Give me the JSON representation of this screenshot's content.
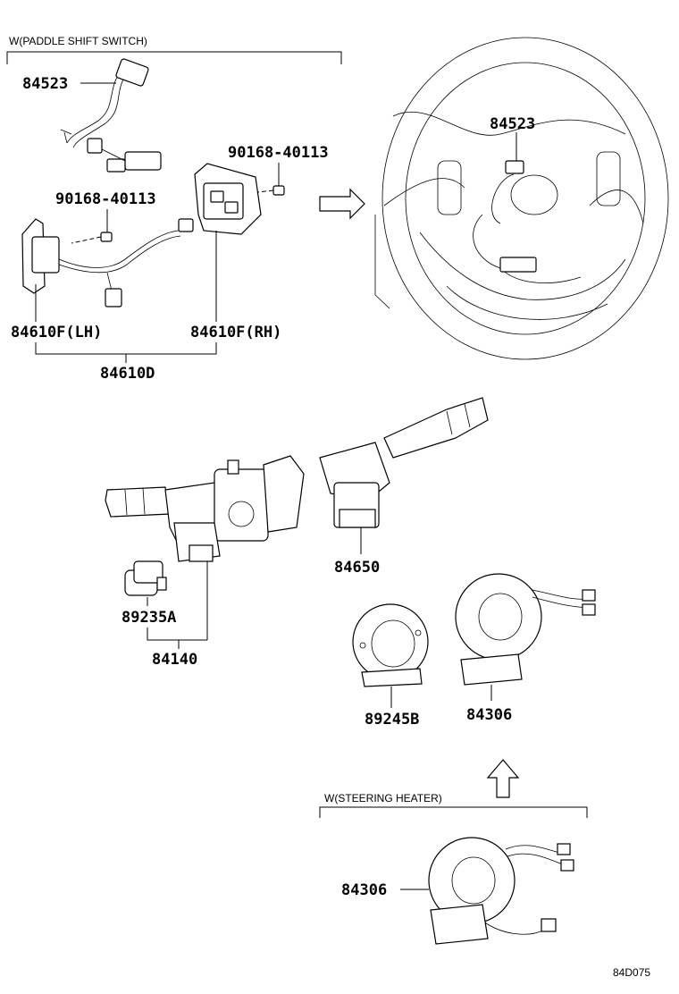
{
  "captions": {
    "paddle_shift": "W(PADDLE SHIFT SWITCH)",
    "steering_heater": "W(STEERING HEATER)"
  },
  "labels": {
    "p84523_left": "84523",
    "screw_right": "90168-40113",
    "screw_left": "90168-40113",
    "p84610f_lh": "84610F(LH)",
    "p84610f_rh": "84610F(RH)",
    "p84610d": "84610D",
    "p84523_wheel": "84523",
    "p84650": "84650",
    "p89235a": "89235A",
    "p84140": "84140",
    "p89245b": "89245B",
    "p84306_top": "84306",
    "p84306_bottom": "84306"
  },
  "figure_code": "84D075"
}
